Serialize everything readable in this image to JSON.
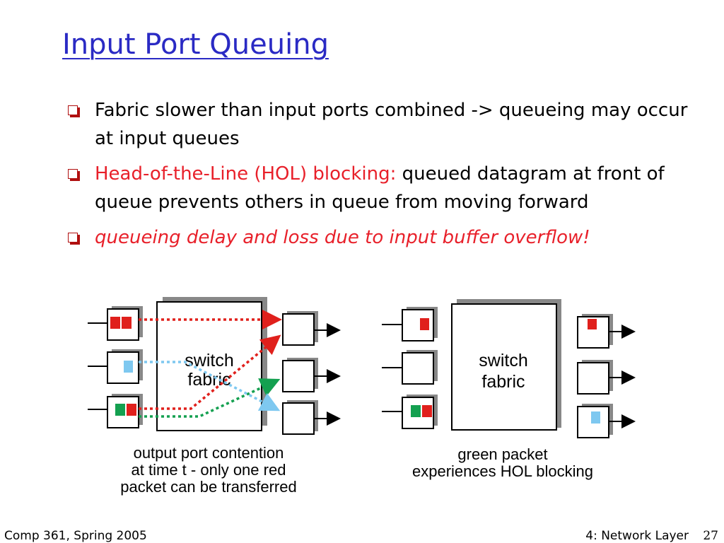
{
  "slide": {
    "title": "Input Port Queuing",
    "bullets": [
      {
        "text": "Fabric slower than input ports combined -> queueing may occur at input queues"
      },
      {
        "red": "Head-of-the-Line (HOL) blocking:",
        "text": " queued datagram at front of queue prevents others in queue from moving forward"
      },
      {
        "italic_red": "queueing delay and loss due to input buffer overflow!"
      }
    ]
  },
  "left_diagram": {
    "fabric_line1": "switch",
    "fabric_line2": "fabric",
    "caption_lines": [
      "output port contention",
      "at  time t - only one red",
      "packet can be transferred"
    ]
  },
  "right_diagram": {
    "fabric_line1": "switch",
    "fabric_line2": "fabric",
    "caption_lines": [
      "green packet",
      "experiences HOL blocking"
    ]
  },
  "colors": {
    "red_packet": "#e0201c",
    "green_packet": "#14a050",
    "blue_packet": "#7ec8f0",
    "title": "#2a2ac4"
  },
  "footer": {
    "left": "Comp 361, Spring 2005",
    "right": "4: Network Layer",
    "page": "27"
  }
}
